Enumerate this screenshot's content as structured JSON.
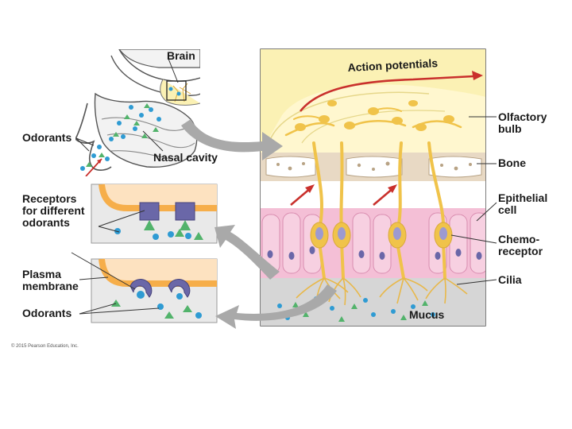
{
  "labels": {
    "brain": "Brain",
    "odorants_top": "Odorants",
    "nasal_cavity": "Nasal cavity",
    "action_potentials": "Action potentials",
    "olfactory_bulb": "Olfactory\nbulb",
    "bone": "Bone",
    "receptors": "Receptors\nfor different\nodorants",
    "epithelial_cell": "Epithelial\ncell",
    "chemoreceptor": "Chemo-\nreceptor",
    "plasma_membrane": "Plasma\nmembrane",
    "cilia": "Cilia",
    "odorants_bottom": "Odorants",
    "mucus": "Mucus"
  },
  "copyright": "© 2015 Pearson Education, Inc.",
  "colors": {
    "bulb": "#fbf1b4",
    "neuron": "#f0c34a",
    "arrow_red": "#c9302c",
    "bone": "#e8d9c4",
    "epithelium": "#f4bfd6",
    "mucus": "#d6d6d6",
    "receptor": "#6a67a8",
    "odorant_blue": "#2f9bd3",
    "odorant_green": "#52b36b",
    "membrane": "#f6ae4a",
    "cytoplasm": "#fde2c0",
    "panel_gray": "#e9e9e9"
  }
}
